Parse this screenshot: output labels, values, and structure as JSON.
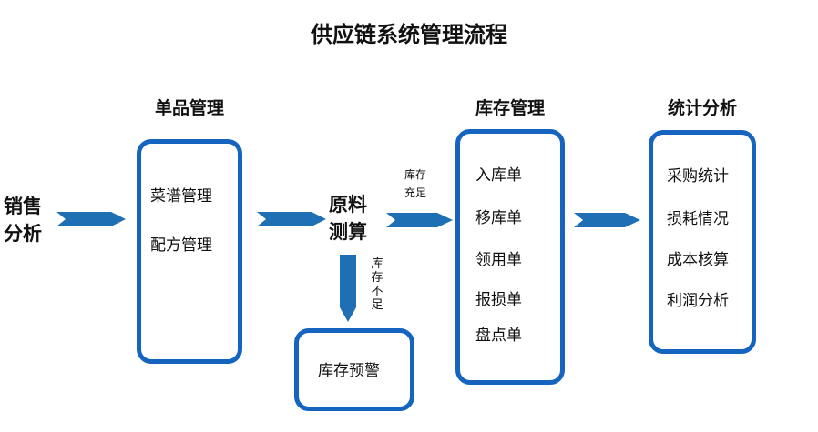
{
  "title": "供应链系统管理流程",
  "start": {
    "line1": "销售",
    "line2": "分析"
  },
  "sections": {
    "product": {
      "label": "单品管理",
      "items": [
        "菜谱管理",
        "配方管理"
      ]
    },
    "calc": {
      "line1": "原料",
      "line2": "测算"
    },
    "inventory": {
      "label": "库存管理",
      "items": [
        "入库单",
        "移库单",
        "领用单",
        "报损单",
        "盘点单"
      ]
    },
    "stats": {
      "label": "统计分析",
      "items": [
        "采购统计",
        "损耗情况",
        "成本核算",
        "利润分析"
      ]
    },
    "alert": {
      "label": "库存预警"
    }
  },
  "arrows": {
    "sufficient": {
      "line1": "库存",
      "line2": "充足"
    },
    "insufficient": [
      "库",
      "存",
      "不",
      "足"
    ]
  },
  "colors": {
    "accent": "#1565c0",
    "arrow": "#1f6fb5"
  }
}
